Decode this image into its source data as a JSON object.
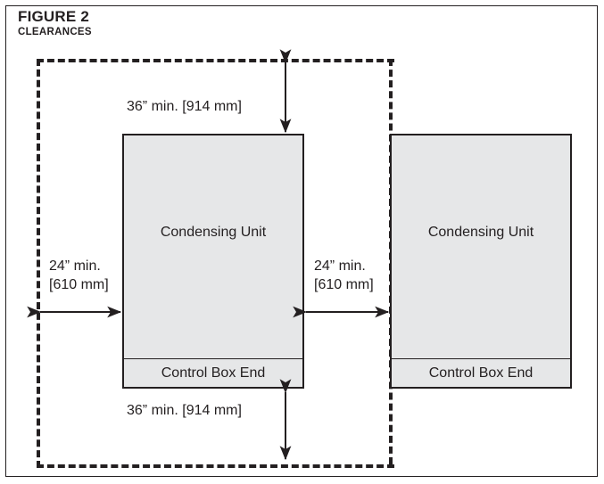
{
  "figure": {
    "title": "FIGURE 2",
    "subtitle": "CLEARANCES"
  },
  "units": [
    {
      "name": "Condensing Unit",
      "control_box_end": "Control Box End"
    },
    {
      "name": "Condensing Unit",
      "control_box_end": "Control Box End"
    }
  ],
  "dimensions": {
    "top": "36” min. [914 mm]",
    "bottom": "36” min. [914 mm]",
    "left_line1": "24” min.",
    "left_line2": "[610 mm]",
    "middle_line1": "24” min.",
    "middle_line2": "[610 mm]"
  },
  "colors": {
    "ink": "#231f20",
    "unit_fill": "#e6e7e8",
    "background": "#ffffff"
  }
}
